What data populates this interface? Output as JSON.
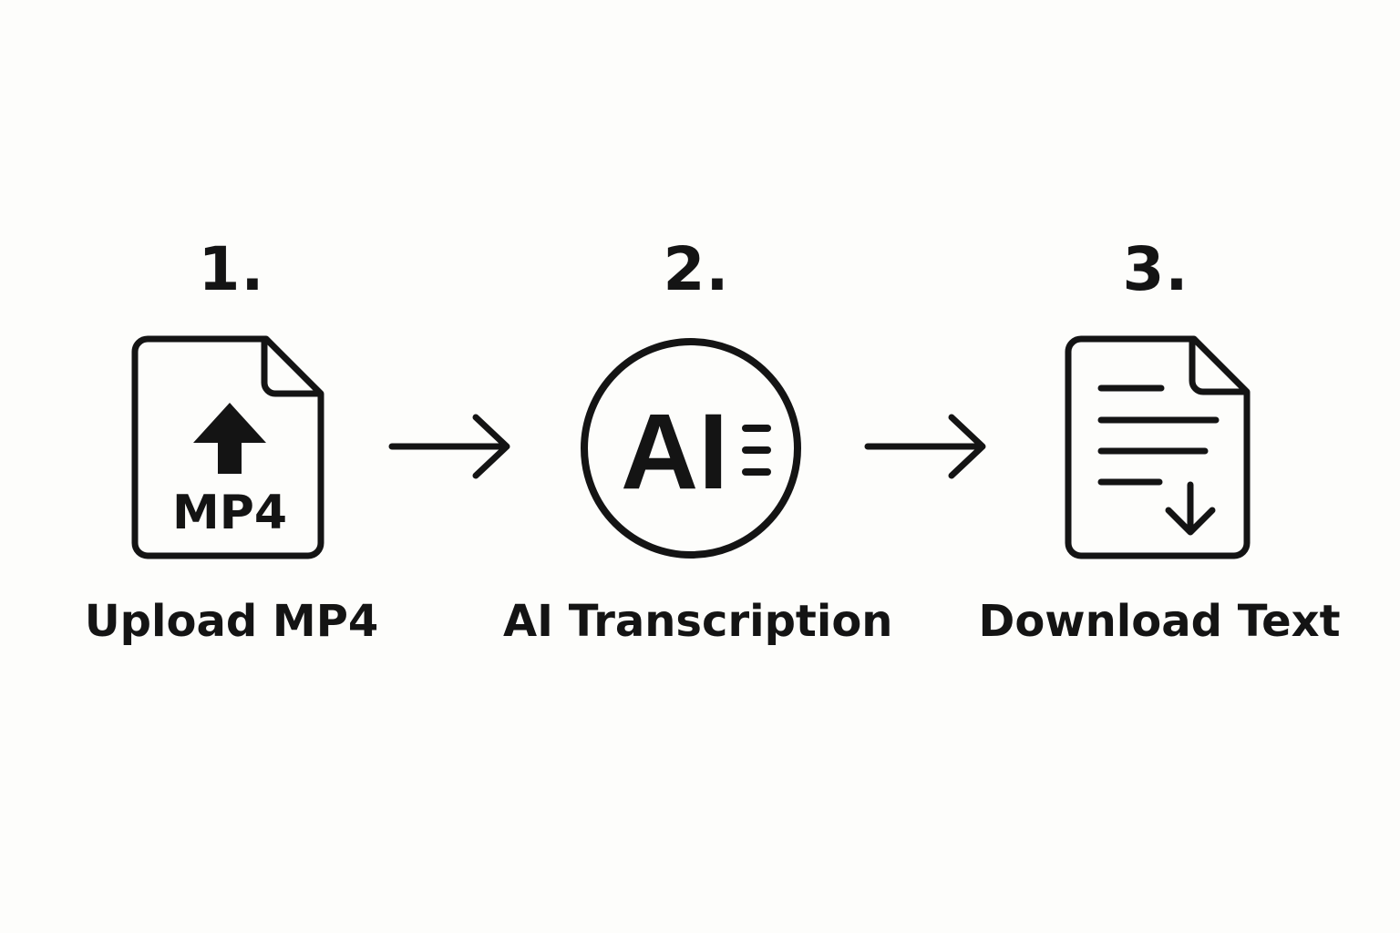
{
  "steps": [
    {
      "number": "1.",
      "label": "Upload MP4",
      "icon": "mp4-upload-file-icon",
      "icon_text": "MP4"
    },
    {
      "number": "2.",
      "label": "AI Transcription",
      "icon": "ai-transcription-icon",
      "icon_text": "AI"
    },
    {
      "number": "3.",
      "label": "Download Text",
      "icon": "text-document-download-icon"
    }
  ],
  "connectors": [
    "right-arrow-icon",
    "right-arrow-icon"
  ],
  "colors": {
    "background": "#fdfdfb",
    "ink": "#141414"
  }
}
